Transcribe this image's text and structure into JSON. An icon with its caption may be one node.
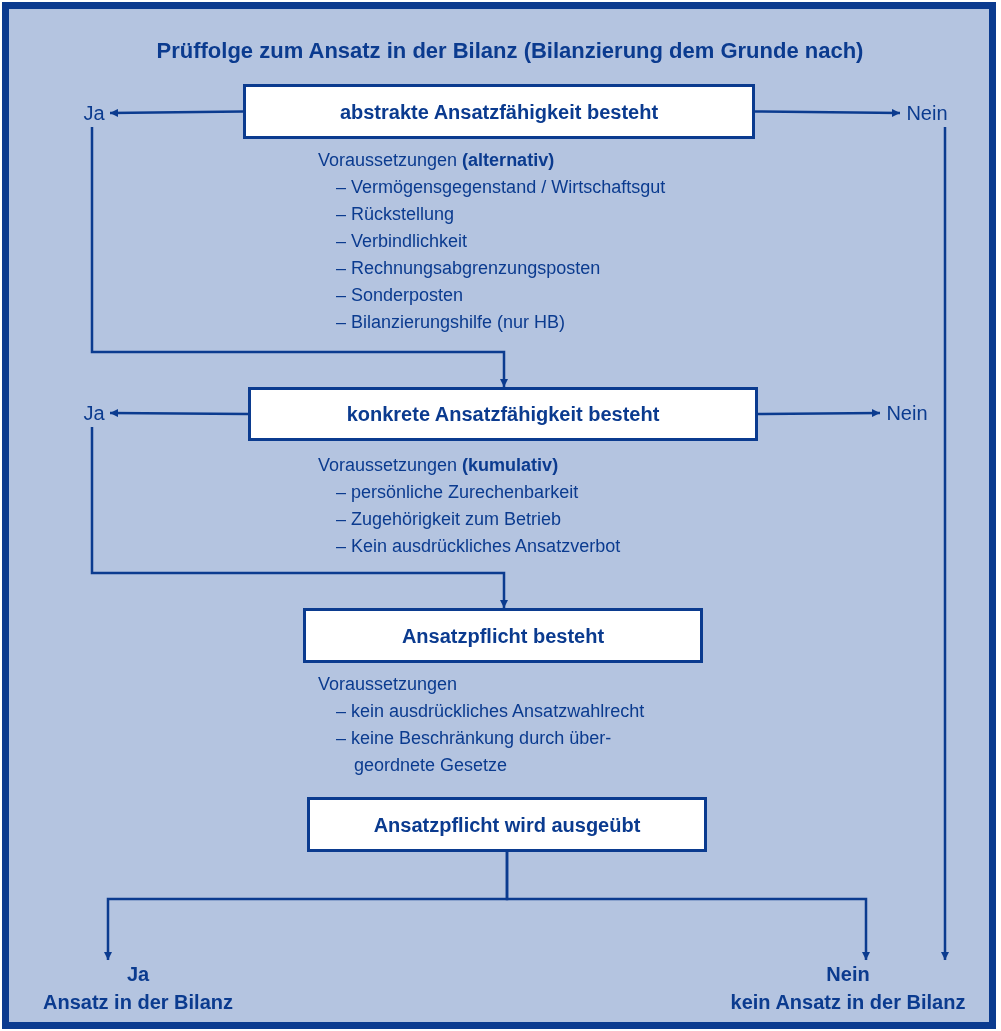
{
  "diagram": {
    "title": "Prüffolge zum Ansatz in der Bilanz (Bilanzierung dem Grunde nach)",
    "nodes": [
      {
        "text": [
          "Ja"
        ]
      },
      {
        "text": [
          "abstrakte Ansatzfähigkeit besteht"
        ],
        "beside": [
          "Voraussetzungen **(alternativ)**",
          "– Vermögensgegenstand / Wirtschaftsgut",
          "– Rückstellung",
          "– Verbindlichkeit",
          "– Rechnungsabgrenzungsposten",
          "– Sonderposten",
          "– Bilanzierungshilfe (nur HB)"
        ]
      },
      {
        "text": [
          "Nein"
        ]
      },
      {
        "text": [
          "Ja"
        ]
      },
      {
        "text": [
          "konkrete Ansatzfähigkeit besteht"
        ],
        "beside": [
          "Voraussetzungen **(kumulativ)**",
          "– persönliche Zurechenbarkeit",
          "– Zugehörigkeit zum Betrieb",
          "– Kein ausdrückliches Ansatzverbot"
        ]
      },
      {
        "text": [
          "Nein"
        ]
      },
      {
        "text": [
          "Ansatzpflicht besteht"
        ],
        "beside": [
          "Voraussetzungen",
          "– kein ausdrückliches Ansatzwahlrecht",
          "– keine Beschränkung durch über- geordnete Gesetze"
        ]
      },
      {
        "text": [
          "Ansatzpflicht wird ausgeübt"
        ]
      },
      {
        "text": [
          "Ja",
          "Ansatz in der Bilanz"
        ]
      },
      {
        "text": [
          "Nein",
          "kein Ansatz in der Bilanz"
        ]
      }
    ],
    "edges": [
      {
        "from": 1,
        "to": 0,
        "arrow": "to"
      },
      {
        "from": 1,
        "to": 2,
        "arrow": "to"
      },
      {
        "from": 0,
        "to": 4,
        "arrow": "to"
      },
      {
        "from": 2,
        "to": 9,
        "arrow": "to"
      },
      {
        "from": 4,
        "to": 3,
        "arrow": "to"
      },
      {
        "from": 4,
        "to": 5,
        "arrow": "to"
      },
      {
        "from": 3,
        "to": 6,
        "arrow": "to"
      },
      {
        "from": 7,
        "to": 8,
        "arrow": "to"
      },
      {
        "from": 7,
        "to": 9,
        "arrow": "to"
      }
    ]
  }
}
